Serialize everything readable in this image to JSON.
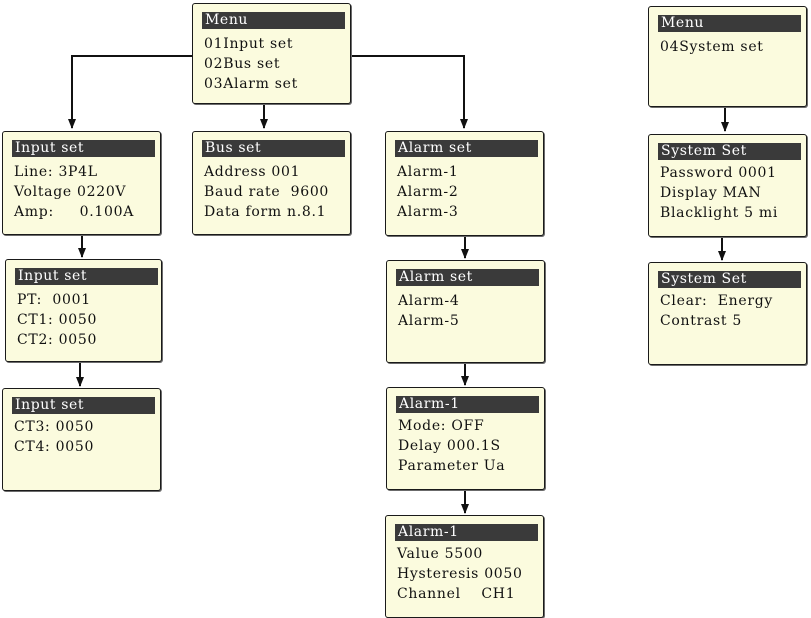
{
  "screens": {
    "menu_main": {
      "title": "Menu",
      "lines": [
        "01Input set",
        "02Bus set",
        "03Alarm set"
      ]
    },
    "menu_system": {
      "title": "Menu",
      "lines": [
        "04System set"
      ]
    },
    "input_set_1": {
      "title": "Input set",
      "lines": [
        "Line: 3P4L",
        "Voltage 0220V",
        "Amp:     0.100A"
      ]
    },
    "bus_set": {
      "title": "Bus set",
      "lines": [
        "Address 001",
        "Baud rate  9600",
        "Data form n.8.1"
      ]
    },
    "alarm_set_1": {
      "title": "Alarm set",
      "lines": [
        "Alarm-1",
        "Alarm-2",
        "Alarm-3"
      ]
    },
    "system_set_1": {
      "title": "System Set",
      "lines": [
        "Password 0001",
        "Display MAN",
        "Blacklight 5 mi"
      ]
    },
    "input_set_2": {
      "title": "Input set",
      "lines": [
        "PT:  0001",
        "CT1: 0050",
        "CT2: 0050"
      ]
    },
    "alarm_set_2": {
      "title": "Alarm set",
      "lines": [
        "Alarm-4",
        "Alarm-5"
      ]
    },
    "system_set_2": {
      "title": "System Set",
      "lines": [
        "Clear:  Energy",
        "Contrast 5"
      ]
    },
    "input_set_3": {
      "title": "Input set",
      "lines": [
        "CT3: 0050",
        "CT4: 0050"
      ]
    },
    "alarm1_detail_1": {
      "title": "Alarm-1",
      "lines": [
        "Mode: OFF",
        "Delay 000.1S",
        "Parameter Ua"
      ]
    },
    "alarm1_detail_2": {
      "title": "Alarm-1",
      "lines": [
        "Value 5500",
        "Hysteresis 0050",
        "Channel    CH1"
      ]
    }
  }
}
